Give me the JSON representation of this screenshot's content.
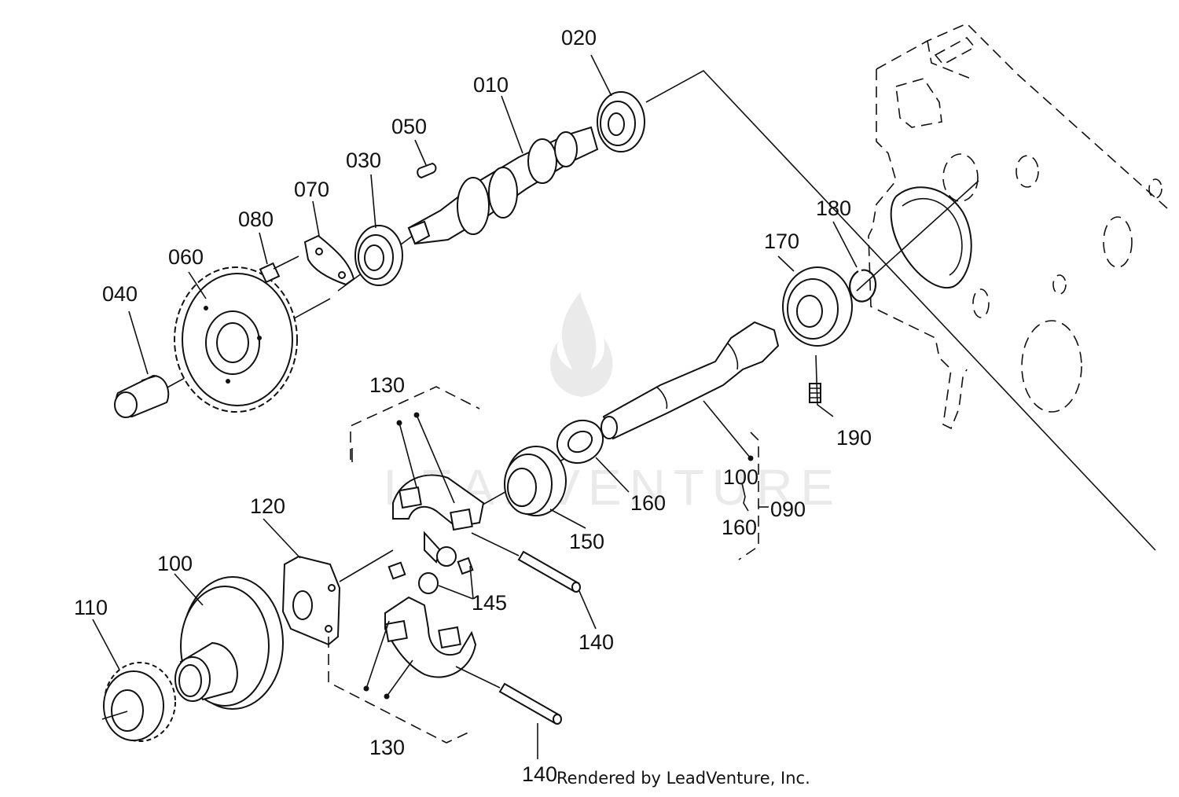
{
  "callouts": [
    {
      "id": "020",
      "text": "020"
    },
    {
      "id": "010",
      "text": "010"
    },
    {
      "id": "050",
      "text": "050"
    },
    {
      "id": "030",
      "text": "030"
    },
    {
      "id": "070",
      "text": "070"
    },
    {
      "id": "080",
      "text": "080"
    },
    {
      "id": "060",
      "text": "060"
    },
    {
      "id": "040",
      "text": "040"
    },
    {
      "id": "180",
      "text": "180"
    },
    {
      "id": "170",
      "text": "170"
    },
    {
      "id": "190",
      "text": "190"
    },
    {
      "id": "130a",
      "text": "130"
    },
    {
      "id": "160",
      "text": "160"
    },
    {
      "id": "100b",
      "text": "100"
    },
    {
      "id": "090",
      "text": "090"
    },
    {
      "id": "160b",
      "text": "160"
    },
    {
      "id": "150",
      "text": "150"
    },
    {
      "id": "120",
      "text": "120"
    },
    {
      "id": "100",
      "text": "100"
    },
    {
      "id": "110",
      "text": "110"
    },
    {
      "id": "145",
      "text": "145"
    },
    {
      "id": "140a",
      "text": "140"
    },
    {
      "id": "130b",
      "text": "130"
    },
    {
      "id": "140b",
      "text": "140"
    }
  ],
  "watermark": {
    "text": "LEADVENTURE"
  },
  "credit": "Rendered by LeadVenture, Inc."
}
